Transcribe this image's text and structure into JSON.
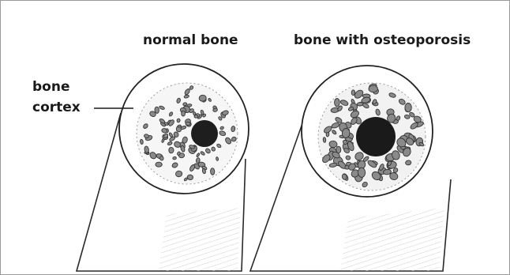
{
  "labels": {
    "normal_title": "normal bone",
    "osteoporosis_title": "bone with osteoporosis",
    "callout_line1": "bone",
    "callout_line2": "cortex"
  }
}
